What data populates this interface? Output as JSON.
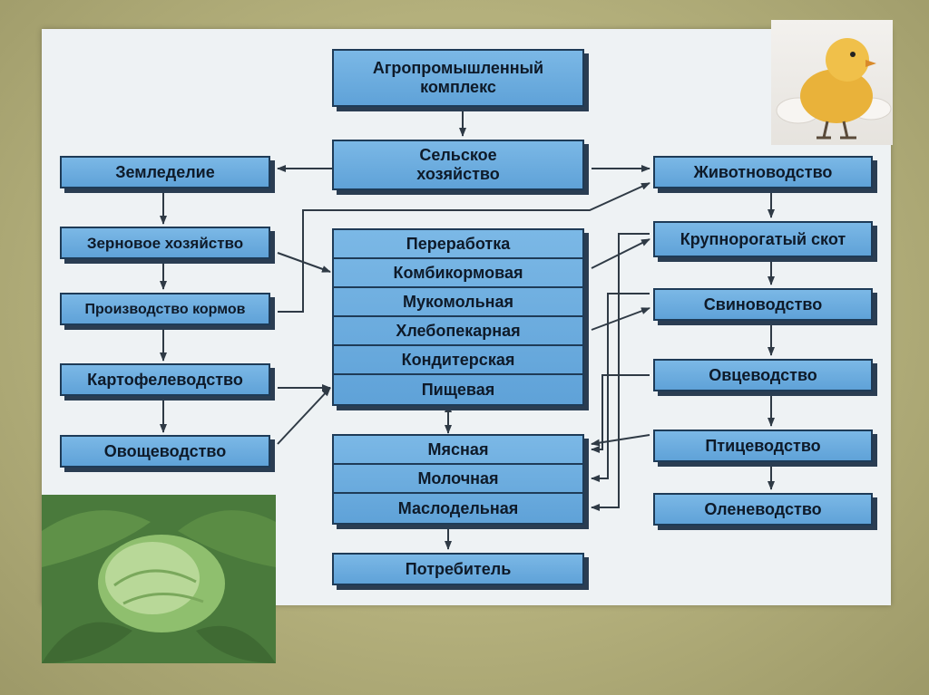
{
  "diagram": {
    "agro_complex": "Агропромышленный комплекс",
    "agriculture": "Сельское хозяйство",
    "crop_farming": "Земледелие",
    "grain_farming": "Зерновое хозяйство",
    "feed_production": "Производство кормов",
    "potato_growing": "Картофелеводство",
    "vegetable_growing": "Овощеводство",
    "livestock": "Животноводство",
    "cattle": "Крупнорогатый скот",
    "pig_farming": "Свиноводство",
    "sheep_farming": "Овцеводство",
    "poultry": "Птицеводство",
    "reindeer": "Оленеводство",
    "processing_rows": [
      "Переработка",
      "Комбикормовая",
      "Мукомольная",
      "Хлебопекарная",
      "Кондитерская",
      "Пищевая"
    ],
    "meat_rows": [
      "Мясная",
      "Молочная",
      "Маслодельная"
    ],
    "consumer": "Потребитель"
  },
  "colors": {
    "box_fill": "#6aaee0",
    "box_border": "#1e3b57",
    "arrow": "#2f3a45",
    "panel": "#eef2f4",
    "background": "#b4b07c"
  },
  "images": [
    "chick",
    "cabbage"
  ]
}
